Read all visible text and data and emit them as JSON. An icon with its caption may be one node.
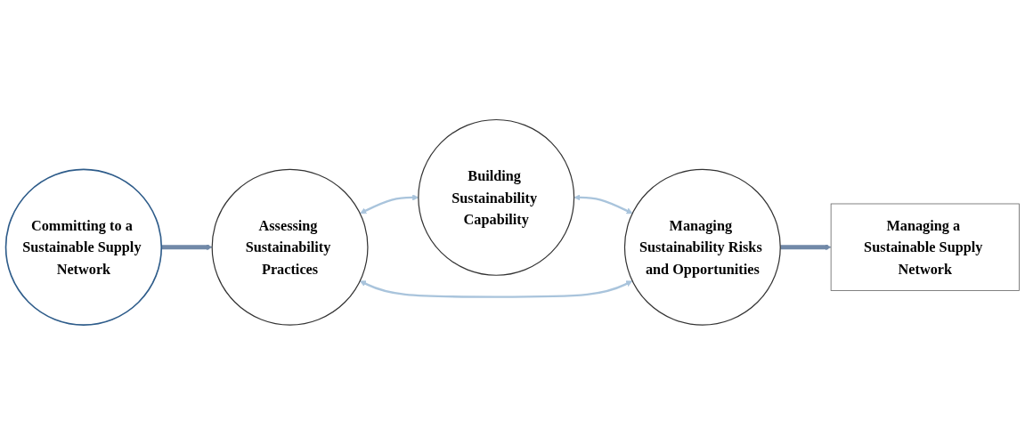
{
  "diagram": {
    "nodes": [
      {
        "text": [
          "Committing to a Sustainable Supply Network"
        ]
      },
      {
        "text": [
          "Building Sustainability Capability"
        ]
      },
      {
        "text": [
          "Assessing Sustainability Practices"
        ]
      },
      {
        "text": [
          "Managing Sustainability Risks and Opportunities"
        ]
      },
      {
        "text": [
          "Managing a Sustainable Supply Network"
        ]
      }
    ],
    "edges": [
      {
        "from": 0,
        "to": 2,
        "arrow": "to",
        "style": "thick"
      },
      {
        "from": 2,
        "to": 1,
        "arrow": "both",
        "color": "#a9c4dc"
      },
      {
        "from": 1,
        "to": 3,
        "arrow": "both",
        "color": "#a9c4dc"
      },
      {
        "from": 3,
        "to": 2,
        "arrow": "both",
        "color": "#a9c4dc"
      },
      {
        "from": 3,
        "to": 4,
        "arrow": "to",
        "style": "thick"
      }
    ]
  }
}
